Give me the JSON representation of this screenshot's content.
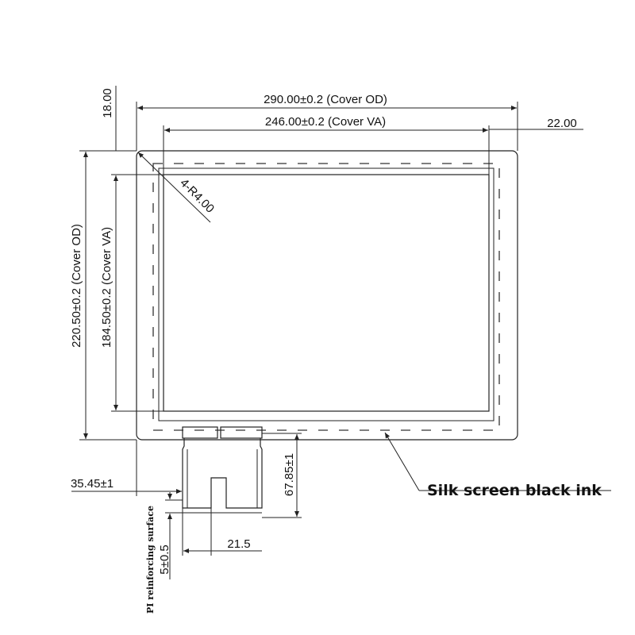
{
  "dimensions": {
    "cover_od_width": "290.00±0.2 (Cover OD)",
    "cover_va_width": "246.00±0.2 (Cover VA)",
    "top_offset": "18.00",
    "right_offset": "22.00",
    "corner_radius": "4-R4.00",
    "cover_od_height": "220.50±0.2 (Cover OD)",
    "cover_va_height": "184.50±0.2 (Cover VA)",
    "fpc_offset": "35.45±1",
    "fpc_length": "67.85±1",
    "pi_width": "5±0.5",
    "fpc_tail_width": "21.5"
  },
  "labels": {
    "silk_screen": "Silk screen black ink",
    "pi_reinforcing": "PI reinforcing surface"
  }
}
